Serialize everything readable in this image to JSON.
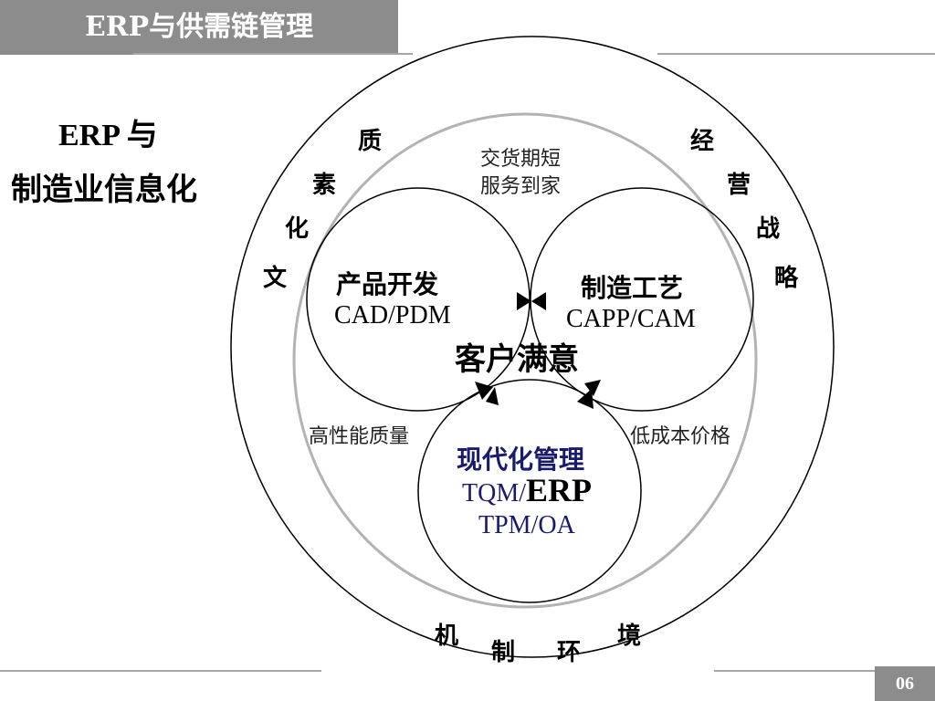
{
  "header": {
    "title": "ERP与供需链管理"
  },
  "left_title": {
    "line1": "ERP 与",
    "line2": "制造业信息化"
  },
  "outer_ring": {
    "culture": [
      "质",
      "素",
      "化",
      "文"
    ],
    "strategy": [
      "经",
      "营",
      "战",
      "略"
    ],
    "mechanism": [
      "机",
      "制",
      "环",
      "境"
    ]
  },
  "between": {
    "top": [
      "交货期短",
      "服务到家"
    ],
    "left": "高性能质量",
    "right": "低成本价格"
  },
  "circles": {
    "product": {
      "title": "产品开发",
      "sub": "CAD/PDM"
    },
    "manufacturing": {
      "title": "制造工艺",
      "sub": "CAPP/CAM"
    },
    "management": {
      "title": "现代化管理",
      "line2_prefix": "TQM/",
      "line2_bold": "ERP",
      "line3": "TPM/OA"
    }
  },
  "center": "客户满意",
  "footer": {
    "page": "06"
  },
  "colors": {
    "header_bg": "#8c8c8c",
    "navy": "#1a1a6e",
    "ring_gray": "#b3b3b3"
  }
}
